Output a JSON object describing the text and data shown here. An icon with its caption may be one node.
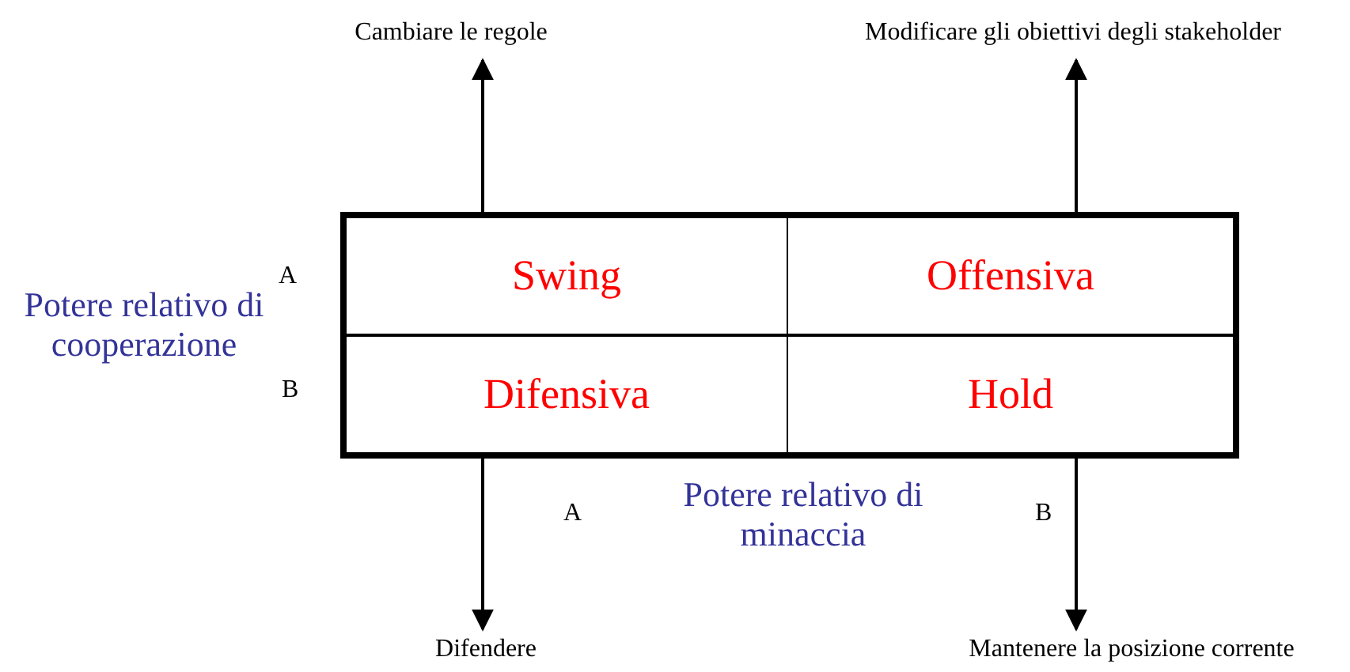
{
  "diagram": {
    "nodes": [
      {
        "text": [
          "Cambiare le regole"
        ]
      },
      {
        "text": [
          "Modificare gli obiettivi degli stakeholder"
        ]
      },
      {
        "text": [
          "Swing"
        ]
      },
      {
        "text": [
          "Offensiva"
        ]
      },
      {
        "text": [
          "Difensiva"
        ]
      },
      {
        "text": [
          "Hold"
        ]
      },
      {
        "text": [
          "Difendere"
        ]
      },
      {
        "text": [
          "Mantenere la posizione corrente"
        ]
      }
    ],
    "edges": [
      {
        "from": 2,
        "to": 0,
        "arrow": "to"
      },
      {
        "from": 3,
        "to": 1,
        "arrow": "to"
      },
      {
        "from": 4,
        "to": 6,
        "arrow": "to"
      },
      {
        "from": 5,
        "to": 7,
        "arrow": "to"
      }
    ],
    "labels": [
      "A",
      "Potere relativo di cooperazione",
      "B",
      "A",
      "Potere relativo di minaccia",
      "B"
    ]
  }
}
